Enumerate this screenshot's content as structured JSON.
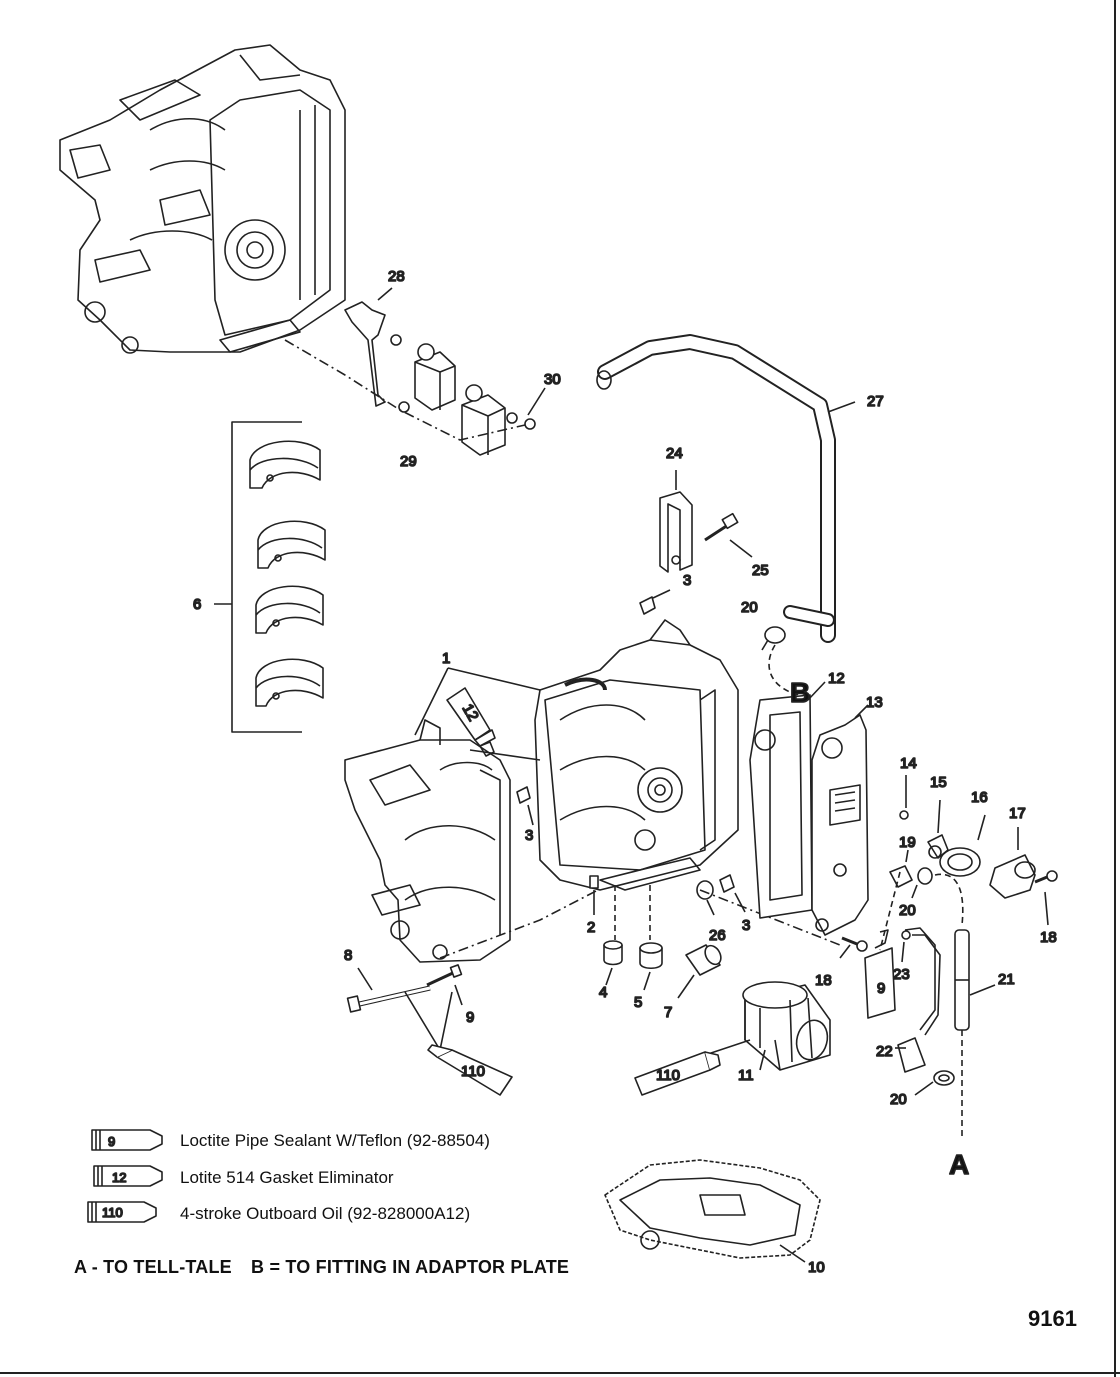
{
  "callouts": {
    "c1": "1",
    "c2": "2",
    "c3a": "3",
    "c3b": "3",
    "c3c": "3",
    "c4": "4",
    "c5": "5",
    "c6": "6",
    "c7": "7",
    "c8": "8",
    "c9a": "9",
    "c9b": "9",
    "c10": "10",
    "c11": "11",
    "c12a": "12",
    "c12b": "12",
    "c13": "13",
    "c14": "14",
    "c15": "15",
    "c16": "16",
    "c17": "17",
    "c18a": "18",
    "c18b": "18",
    "c19": "19",
    "c20a": "20",
    "c20b": "20",
    "c20c": "20",
    "c21": "21",
    "c22": "22",
    "c23": "23",
    "c24": "24",
    "c25": "25",
    "c26": "26",
    "c27": "27",
    "c28": "28",
    "c29": "29",
    "c30": "30"
  },
  "tube_labels": {
    "t110a": "110",
    "t110b": "110"
  },
  "markers": {
    "a": "A",
    "b": "B"
  },
  "legend": [
    {
      "code": "9",
      "text": "Loctite Pipe Sealant W/Teflon (92-88504)"
    },
    {
      "code": "12",
      "text": "Lotite 514 Gasket Eliminator"
    },
    {
      "code": "110",
      "text": "4-stroke Outboard Oil (92-828000A12)"
    }
  ],
  "notes": {
    "a": "A - TO TELL-TALE",
    "b": "B = TO FITTING IN ADAPTOR PLATE"
  },
  "figure_number": "9161"
}
